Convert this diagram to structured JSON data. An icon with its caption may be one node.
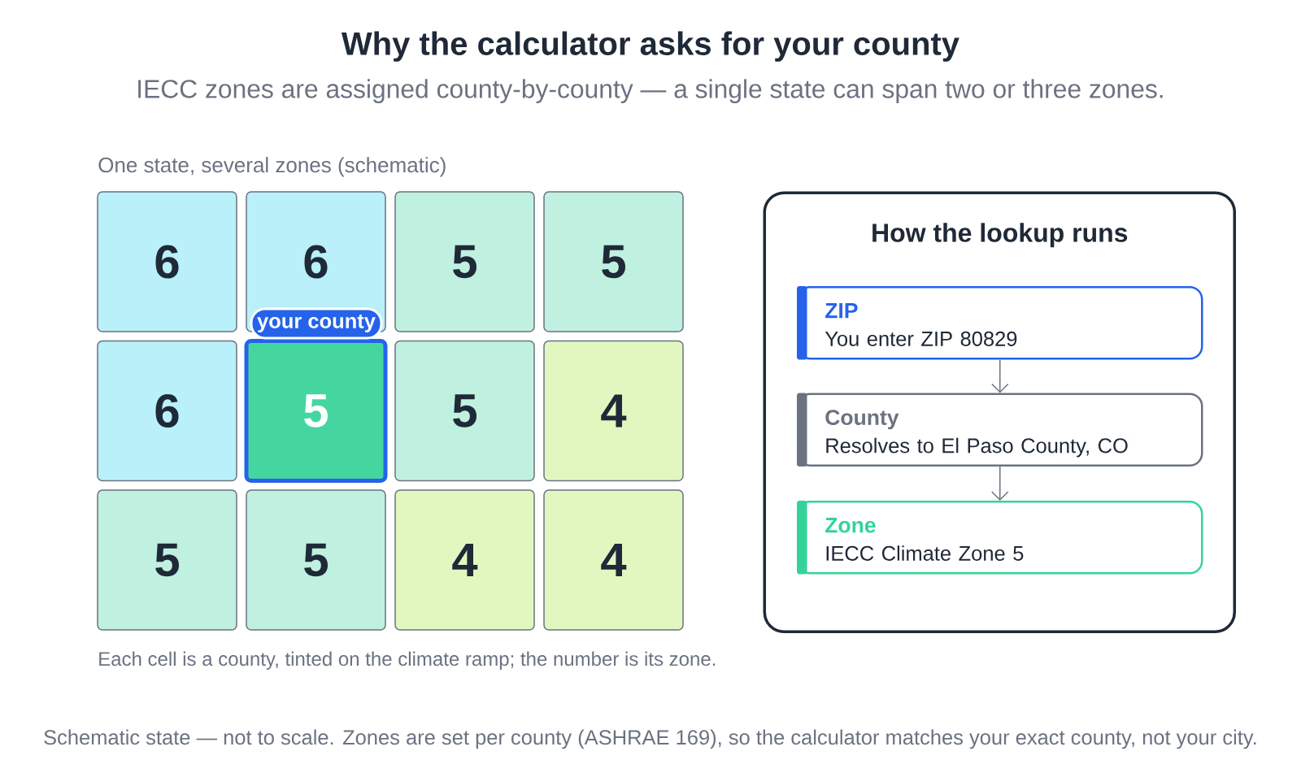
{
  "diagram": {
    "title": "Why the calculator asks for your county",
    "nodes": [
      {
        "text": [
          "6"
        ]
      },
      {
        "text": [
          "6"
        ]
      },
      {
        "text": [
          "5"
        ]
      },
      {
        "text": [
          "5"
        ]
      },
      {
        "text": [
          "your county"
        ]
      },
      {
        "text": [
          "6"
        ]
      },
      {
        "text": [
          "5"
        ]
      },
      {
        "text": [
          "5"
        ]
      },
      {
        "text": [
          "4"
        ]
      },
      {
        "text": [
          "5"
        ]
      },
      {
        "text": [
          "5"
        ]
      },
      {
        "text": [
          "4"
        ]
      },
      {
        "text": [
          "4"
        ]
      },
      {
        "text": [
          "How the lookup runs"
        ]
      },
      {
        "text": [
          "ZIP",
          "You enter ZIP 80829"
        ],
        "in": 13
      },
      {
        "text": [
          "County",
          "Resolves to El Paso County, CO"
        ],
        "in": 13
      },
      {
        "text": [
          "Zone",
          "IECC Climate Zone 5"
        ],
        "in": 13
      }
    ],
    "edges": [
      {
        "from": 14,
        "to": 15,
        "arrow": "to"
      },
      {
        "from": 15,
        "to": 16,
        "arrow": "to"
      }
    ],
    "labels": [
      "IECC zones are assigned county-by-county — a single state can span two or three zones.",
      "One state, several zones (schematic)",
      "Each cell is a county, tinted on the climate ramp; the number is its zone.",
      "Schematic state — not to scale. Zones are set per county (ASHRAE 169), so the calculator matches your exact county, not your city."
    ]
  }
}
